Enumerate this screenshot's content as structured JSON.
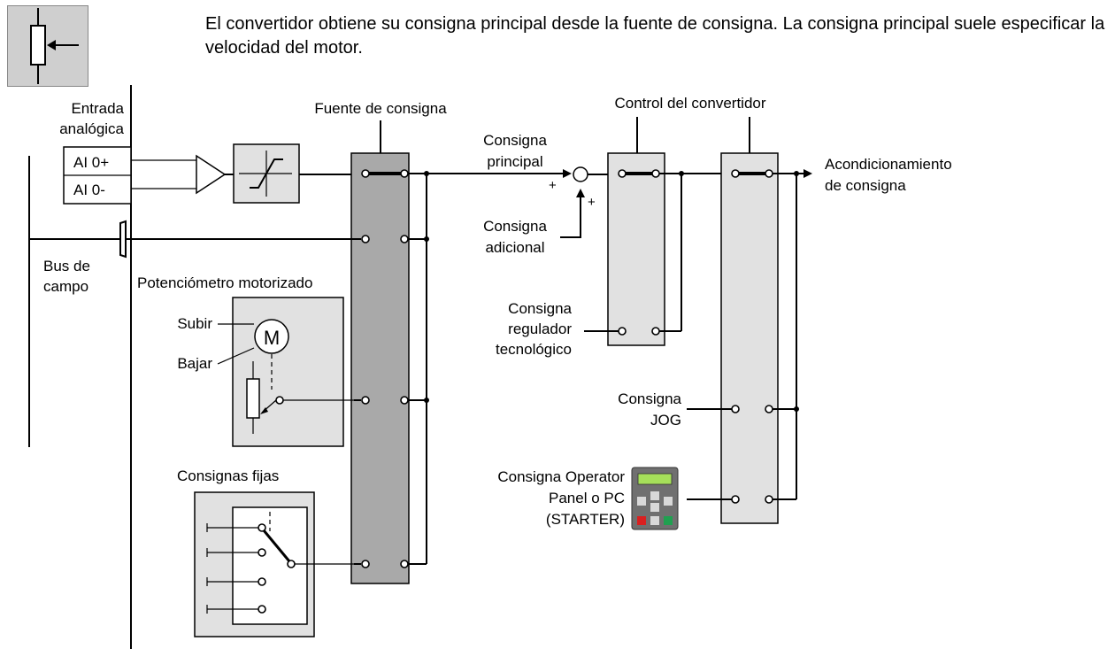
{
  "intro": {
    "text": "El convertidor obtiene su consigna principal desde la fuente de consigna. La consigna principal suele especificar la velocidad del motor."
  },
  "labels": {
    "analog_input": [
      "Entrada",
      "analógica"
    ],
    "ai_pos": "AI 0+",
    "ai_neg": "AI 0-",
    "fieldbus": [
      "Bus de",
      "campo"
    ],
    "mop": "Potenciómetro motorizado",
    "raise": "Subir",
    "lower": "Bajar",
    "motor": "M",
    "fixed": "Consignas fijas",
    "source": "Fuente de consigna",
    "main_sp": [
      "Consigna",
      "principal"
    ],
    "add_sp": [
      "Consigna",
      "adicional"
    ],
    "plus": "+",
    "control": "Control del convertidor",
    "tech": [
      "Consigna",
      "regulador",
      "tecnológico"
    ],
    "jog": [
      "Consigna",
      "JOG"
    ],
    "op_panel": [
      "Consigna Operator",
      "Panel o PC",
      "(STARTER)"
    ],
    "output": [
      "Acondicionamiento",
      "de consigna"
    ]
  },
  "colors": {
    "dark_bar": "#a9a9a9",
    "light_box": "#e1e1e1",
    "panel_body": "#707070",
    "display": "#a6e05a",
    "key_red": "#d92020",
    "key_green": "#20a050",
    "key_grey": "#d8d8d8"
  },
  "icons": {
    "badge": "setpoint-input-icon",
    "ramp": "ramp-limiter-icon",
    "potentiometer": "potentiometer-icon",
    "operator_panel": "operator-panel-icon"
  }
}
